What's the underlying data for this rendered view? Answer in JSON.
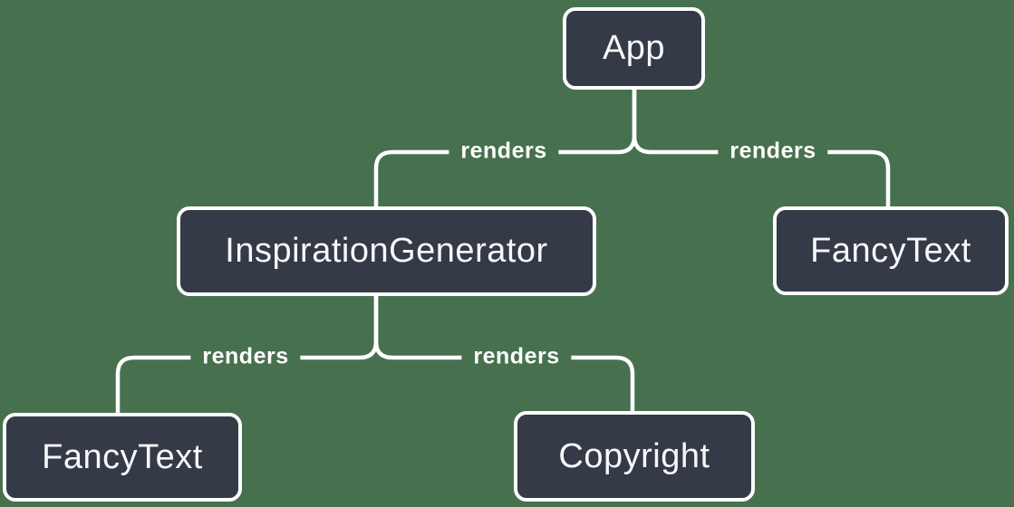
{
  "diagram": {
    "type": "render-tree",
    "nodes": [
      {
        "id": "app",
        "label": "App"
      },
      {
        "id": "inspiration-generator",
        "label": "InspirationGenerator"
      },
      {
        "id": "fancy-text-top",
        "label": "FancyText"
      },
      {
        "id": "fancy-text-bottom",
        "label": "FancyText"
      },
      {
        "id": "copyright",
        "label": "Copyright"
      }
    ],
    "edges": [
      {
        "from": "App",
        "to": "InspirationGenerator",
        "label": "renders"
      },
      {
        "from": "App",
        "to": "FancyText",
        "label": "renders"
      },
      {
        "from": "InspirationGenerator",
        "to": "FancyText",
        "label": "renders"
      },
      {
        "from": "InspirationGenerator",
        "to": "Copyright",
        "label": "renders"
      }
    ],
    "colors": {
      "background": "#47714E",
      "node_fill": "#343A46",
      "node_border": "#FFFFFF",
      "node_text": "#F6F7F9",
      "line": "#FFFFFF",
      "edge_label_text": "#FFFFFF"
    }
  }
}
